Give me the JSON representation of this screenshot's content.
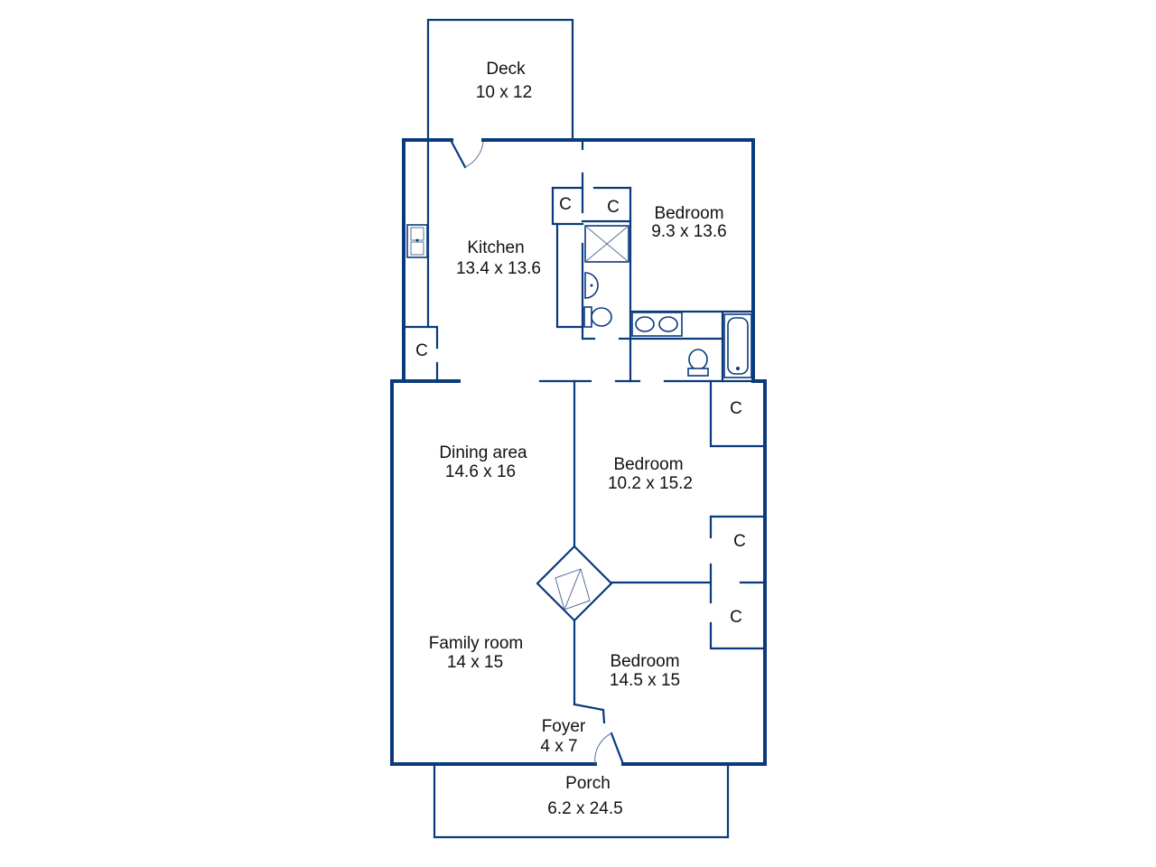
{
  "rooms": {
    "deck": {
      "name": "Deck",
      "size": "10 x 12"
    },
    "kitchen": {
      "name": "Kitchen",
      "size": "13.4 x 13.6"
    },
    "bedroom_top": {
      "name": "Bedroom",
      "size": "9.3 x 13.6"
    },
    "dining": {
      "name": "Dining area",
      "size": "14.6 x 16"
    },
    "bedroom_mid": {
      "name": "Bedroom",
      "size": "10.2 x 15.2"
    },
    "family": {
      "name": "Family room",
      "size": "14 x 15"
    },
    "bedroom_bottom": {
      "name": "Bedroom",
      "size": "14.5 x 15"
    },
    "foyer": {
      "name": "Foyer",
      "size": "4 x 7"
    },
    "porch": {
      "name": "Porch",
      "size": "6.2 x 24.5"
    }
  },
  "closets": {
    "label": "C"
  },
  "colors": {
    "wall": "#0a3a7c",
    "background": "#ffffff",
    "text": "#111111"
  }
}
